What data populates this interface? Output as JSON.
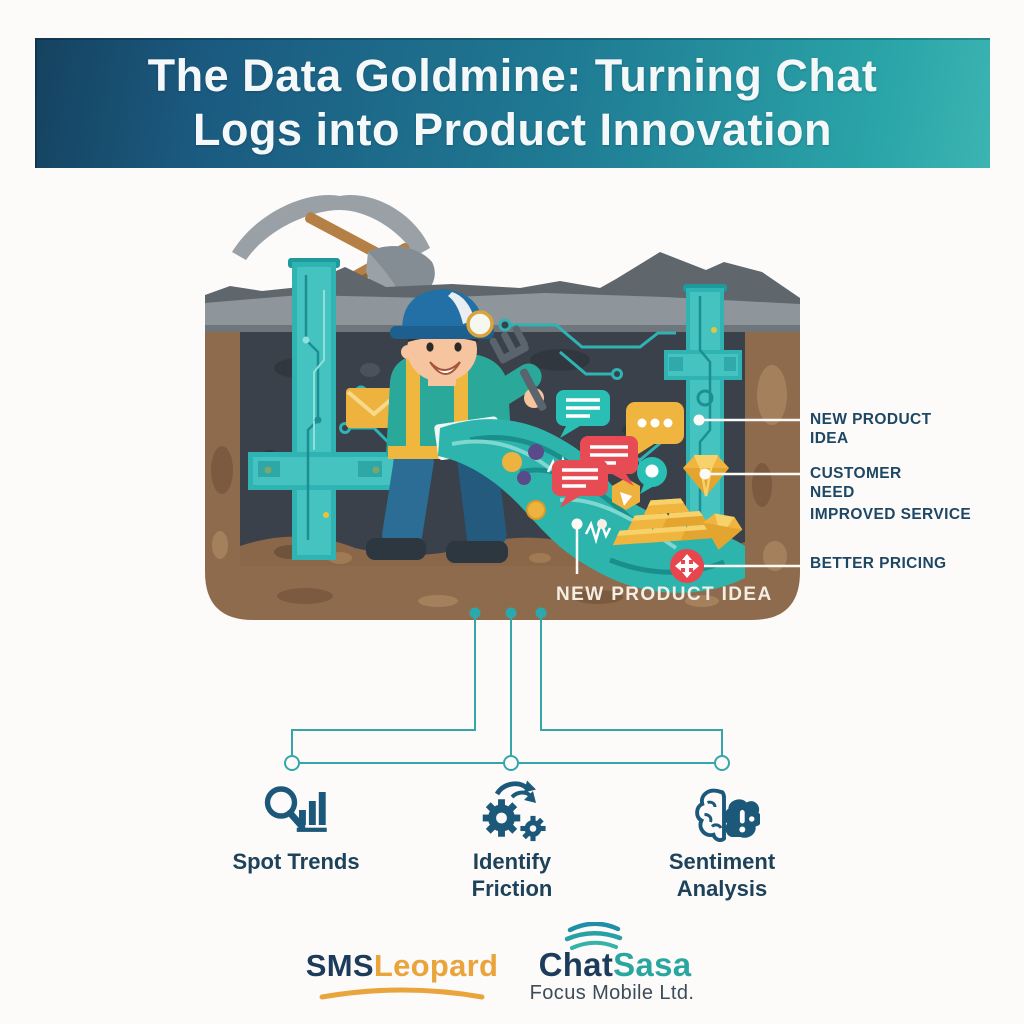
{
  "banner": {
    "title": "The Data Goldmine: Turning Chat Logs into Product Innovation",
    "title_line1": "The Data Goldmine: Turning Chat",
    "title_line2": "Logs into Product Innovation",
    "bg_gradient_start": "#1b5a80",
    "bg_gradient_end": "#3cb4b2",
    "text_color": "#f4f8f9"
  },
  "mine": {
    "floor_label": "NEW PRODUCT IDEA",
    "icons": [
      "pickaxe-icon",
      "shovel-icon",
      "envelope-icon",
      "miner-character",
      "circuit-pillar",
      "chat-bubble-teal",
      "chat-bubble-red",
      "chat-bubble-yellow",
      "gold-bars-icon",
      "diamond-icon",
      "plus-badge-icon",
      "data-flow",
      "waveform-squiggle"
    ]
  },
  "callouts": [
    {
      "label": "NEW PRODUCT\nIDEA"
    },
    {
      "label": "CUSTOMER\nNEED"
    },
    {
      "label": "IMPROVED SERVICE"
    },
    {
      "label": "BETTER PRICING"
    }
  ],
  "features": [
    {
      "icon": "magnifier-bar-chart-icon",
      "label": "Spot Trends"
    },
    {
      "icon": "gears-process-icon",
      "label": "Identify\nFriction"
    },
    {
      "icon": "brain-sentiment-icon",
      "label": "Sentiment\nAnalysis"
    }
  ],
  "footer": {
    "sms_logo": {
      "part1": "SMS",
      "part2": "Leopard",
      "part1_color": "#1d3c5c",
      "part2_color": "#e9a43c"
    },
    "chatsasa_logo": {
      "part1": "Chat",
      "part2": "Sasa",
      "part1_color": "#1d3c5c",
      "part2_color": "#2aa6a0",
      "subtitle": "Focus Mobile Ltd."
    }
  },
  "colors": {
    "teal_accent": "#2fb3b3",
    "navy_text": "#1d4259",
    "callout_text": "#1e4764",
    "gold": "#efb53f",
    "red": "#e8464f",
    "dirt_brown": "#8f6b4e",
    "rock_gray": "#8e969b",
    "mine_interior": "#3a414a",
    "floor_label_color": "#f3eee4",
    "connector_teal": "#35a7ab"
  }
}
